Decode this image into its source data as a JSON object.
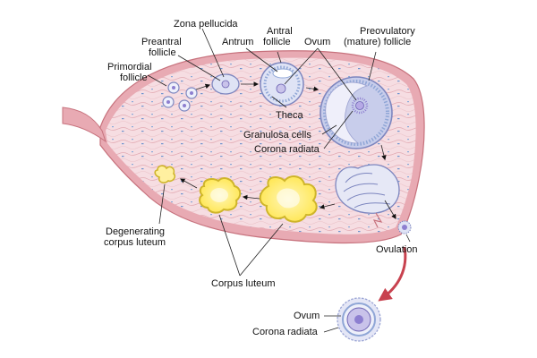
{
  "labels": {
    "zona_pellucida": "Zona pellucida",
    "preantral_1": "Preantral",
    "preantral_2": "follicle",
    "primordial_1": "Primordial",
    "primordial_2": "follicle",
    "antrum": "Antrum",
    "antral_1": "Antral",
    "antral_2": "follicle",
    "ovum_top": "Ovum",
    "preovulatory_1": "Preovulatory",
    "preovulatory_2": "(mature) follicle",
    "theca": "Theca",
    "granulosa": "Granulosa cells",
    "corona_top": "Corona radiata",
    "degenerating_1": "Degenerating",
    "degenerating_2": "corpus luteum",
    "ovulation": "Ovulation",
    "corpus_luteum": "Corpus luteum",
    "ovum_bottom": "Ovum",
    "corona_bottom": "Corona radiata"
  },
  "colors": {
    "ovary_tissue": "#f6dde2",
    "ovary_edge": "#c7727d",
    "capsule": "#e8aab3",
    "follicle_fill": "#dfe3f5",
    "follicle_edge": "#7d86bf",
    "granulosa_dots": "#8fa6d6",
    "oocyte": "#c9c3ea",
    "corpus_luteum": "#ffee8a",
    "corpus_luteum_edge": "#cfb52a",
    "arrow_red": "#c8424f"
  }
}
